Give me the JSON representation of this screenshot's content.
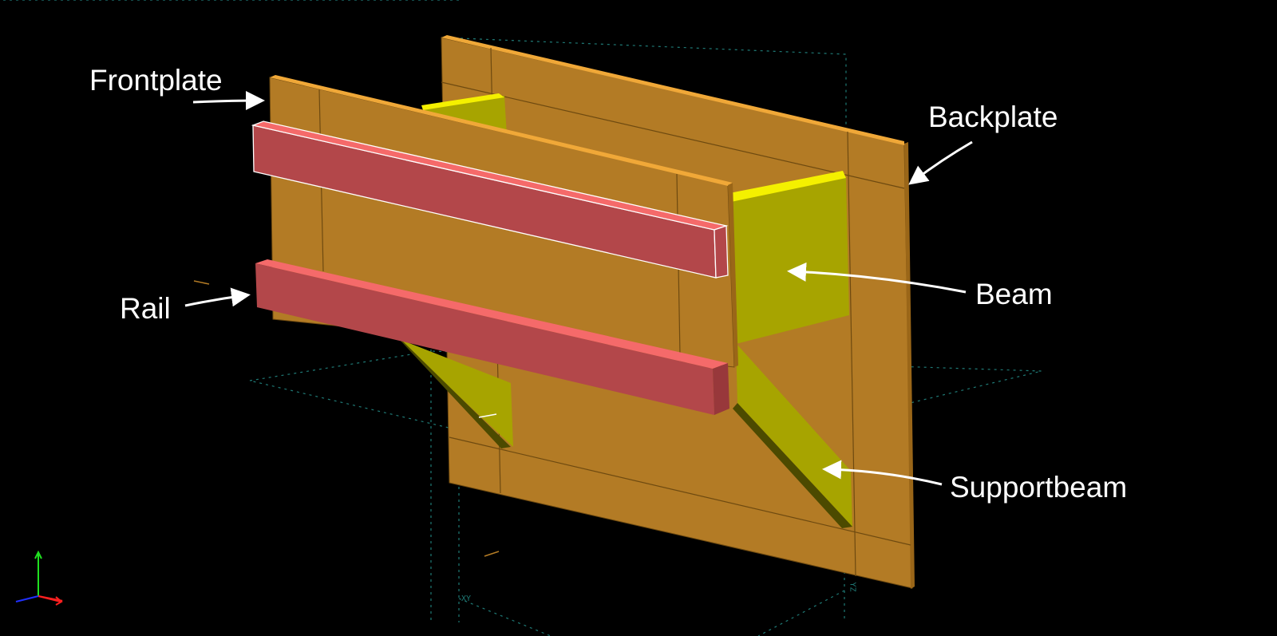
{
  "labels": {
    "frontplate": "Frontplate",
    "backplate": "Backplate",
    "beam": "Beam",
    "rail": "Rail",
    "supportbeam": "Supportbeam"
  },
  "planes": {
    "xy": "XY",
    "yz": "YZ"
  },
  "colors": {
    "background": "#000000",
    "plate": "#b37b25",
    "plate_edge": "#f0a838",
    "beam": "#a7a400",
    "beam_top": "#f4f000",
    "rail": "#b3474a",
    "rail_top": "#f56a6a",
    "grid": "#1f7a76",
    "axis_x": "#ff2020",
    "axis_y": "#20e020",
    "axis_z": "#2030ff"
  }
}
